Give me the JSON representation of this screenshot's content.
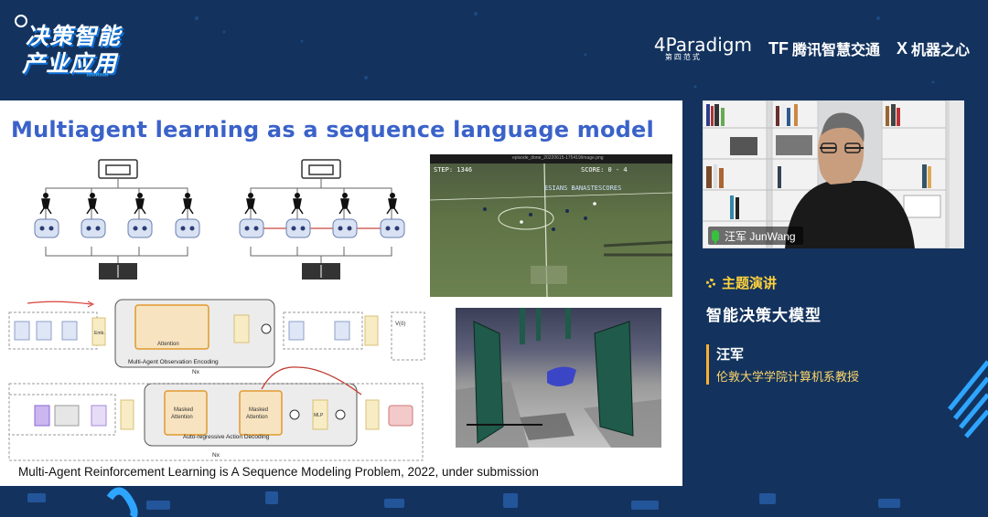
{
  "event": {
    "line1": "决策智能",
    "line2": "产业应用",
    "chevrons": "»»»»»»"
  },
  "sponsors": {
    "paradigm": {
      "name": "4Paradigm",
      "sub": "第四范式"
    },
    "tencent": {
      "mark": "TF",
      "name": "腾讯智慧交通"
    },
    "jiqizhixin": {
      "mark": "X",
      "name": "机器之心"
    }
  },
  "slide": {
    "title": "Multiagent learning as a sequence language model",
    "caption": "Multi-Agent Reinforcement Learning is A Sequence Modeling Problem, 2022, under submission",
    "diagram": {
      "attention": "Attention",
      "obs_encoding": "Multi-Agent Observation Encoding",
      "nx1": "Nx",
      "masked1": [
        "Masked",
        "Attention"
      ],
      "masked2": [
        "Masked",
        "Attention"
      ],
      "action_decoding": "Auto-regressive Action Decoding",
      "nx2": "Nx",
      "mlp": "MLP",
      "emb": "Emb.",
      "value_fn": "V(ô)"
    },
    "video": {
      "window_title": "episode_done_20220615-175419/image.png",
      "step": "STEP: 1346",
      "score": "SCORE: 0 - 4",
      "banner": "ESIANS BANASTESCORES"
    }
  },
  "webcam": {
    "speaker_tag": "汪军 JunWang"
  },
  "info": {
    "topic_label": "主题演讲",
    "topic_title": "智能决策大模型",
    "speaker_name": "汪军",
    "speaker_affiliation": "伦敦大学学院计算机系教授"
  },
  "colors": {
    "background": "#13335e",
    "accent_yellow": "#ffd23d",
    "accent_blue": "#2ea5ff",
    "slide_title": "#3a62c9"
  }
}
